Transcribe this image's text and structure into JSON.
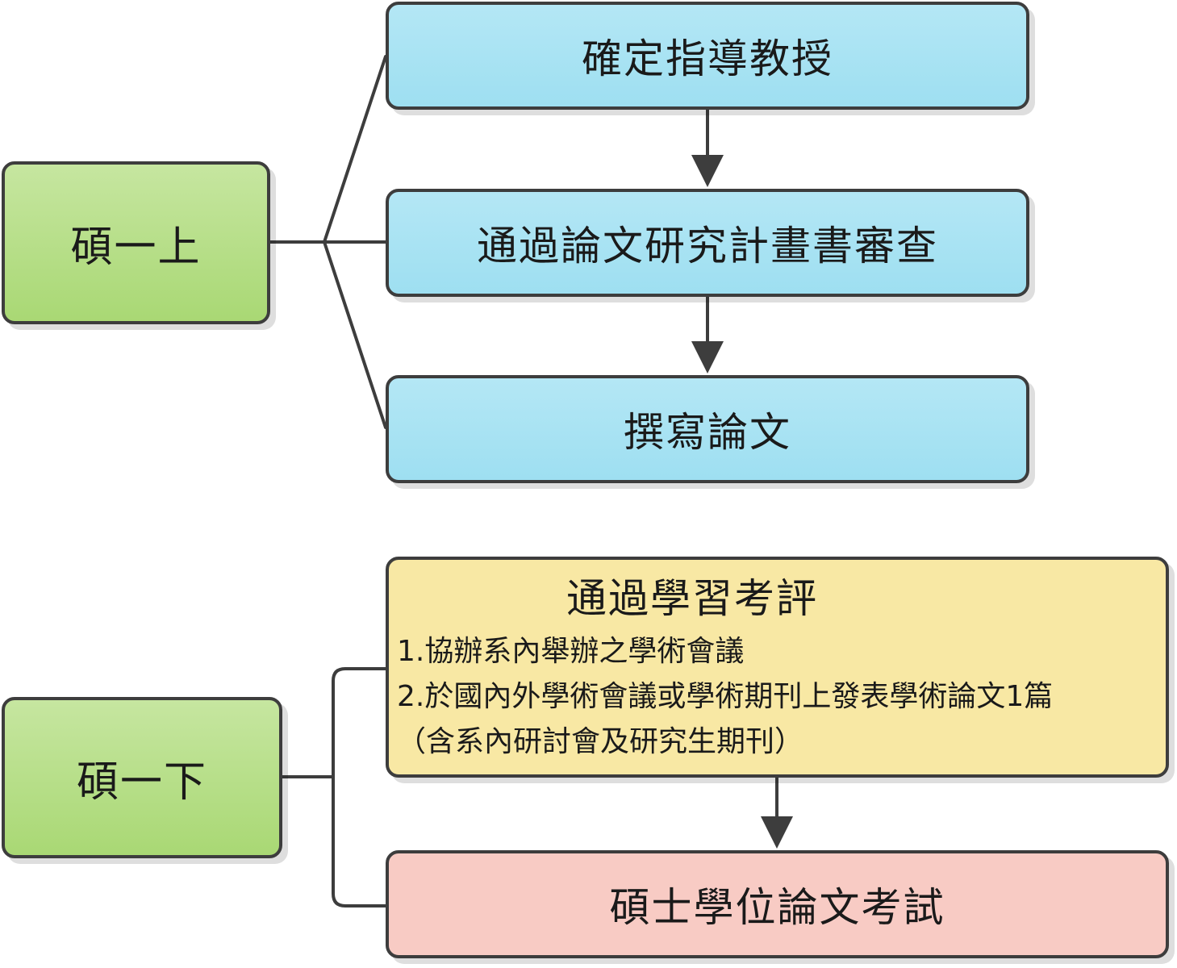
{
  "semesters": {
    "first_up": "碩一上",
    "first_down": "碩一下"
  },
  "steps_first_up": {
    "advisor": "確定指導教授",
    "proposal": "通過論文研究計畫書審查",
    "writing": "撰寫論文"
  },
  "steps_first_down": {
    "evaluation": {
      "title": "通過學習考評",
      "item1": "1.協辦系內舉辦之學術會議",
      "item2": "2.於國內外學術會議或學術期刊上發表學術論文1篇",
      "item2_note": "（含系內研討會及研究生期刊）"
    },
    "defense": "碩士學位論文考試"
  },
  "colors": {
    "semester_fill": "#b3dd86",
    "step_fill": "#a8e3f3",
    "evaluation_fill": "#f8e8a4",
    "defense_fill": "#f8cbc4",
    "line": "#3d3d3d"
  }
}
